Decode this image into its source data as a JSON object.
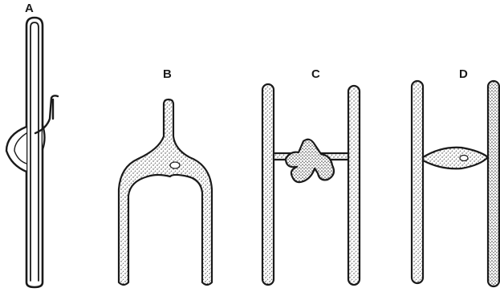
{
  "panels": [
    {
      "id": "A",
      "label": "A"
    },
    {
      "id": "B",
      "label": "B"
    },
    {
      "id": "C",
      "label": "C"
    },
    {
      "id": "D",
      "label": "D"
    }
  ],
  "colors": {
    "ink": "#1a1a1a",
    "paper": "#ffffff",
    "stipple": "#444444"
  }
}
